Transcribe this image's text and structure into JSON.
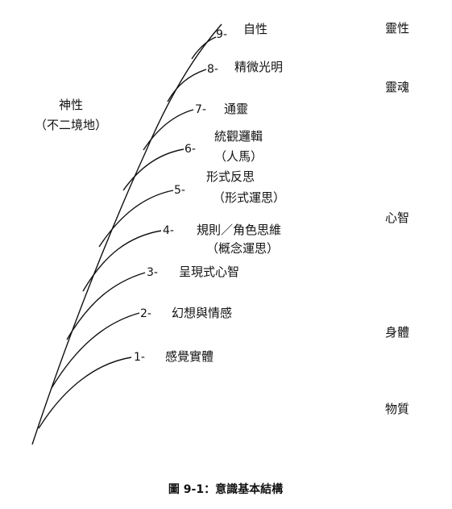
{
  "left_label": {
    "title": "神性",
    "subtitle": "（不二境地）"
  },
  "levels": [
    {
      "num": "1-",
      "label": "感覺實體"
    },
    {
      "num": "2-",
      "label": "幻想與情感"
    },
    {
      "num": "3-",
      "label": "呈現式心智"
    },
    {
      "num": "4-",
      "label": "規則／角色思維",
      "sub": "（概念運思）"
    },
    {
      "num": "5-",
      "label": "形式反思",
      "sub": "（形式運思）"
    },
    {
      "num": "6-",
      "label": "統觀邏輯",
      "sub": "（人馬）"
    },
    {
      "num": "7-",
      "label": "通靈"
    },
    {
      "num": "8-",
      "label": "精微光明"
    },
    {
      "num": "9-",
      "label": "自性"
    }
  ],
  "right_labels": [
    "靈性",
    "靈魂",
    "心智",
    "身體",
    "物質"
  ],
  "caption": "圖 9-1：意識基本結構"
}
